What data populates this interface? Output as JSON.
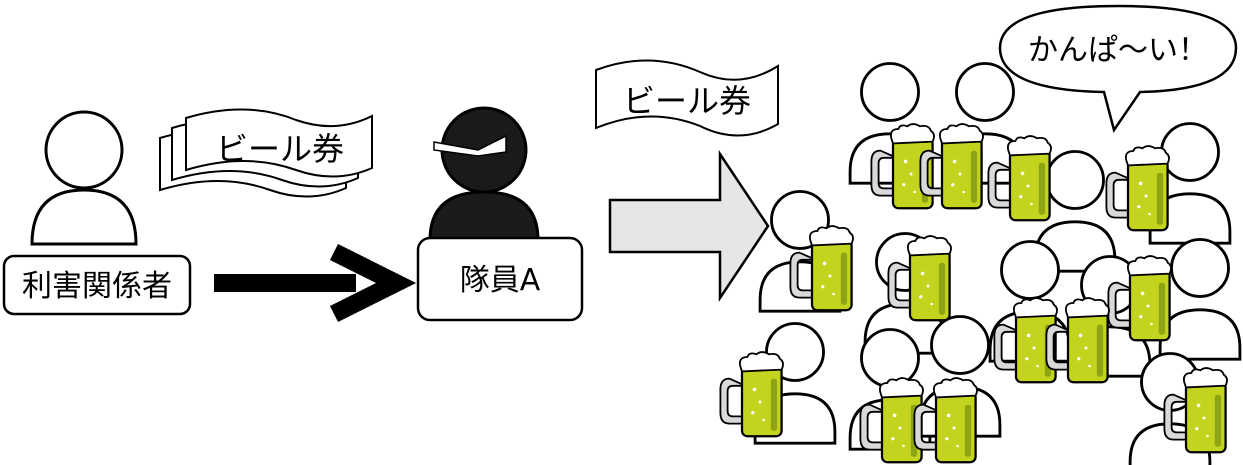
{
  "stakeholder": {
    "label": "利害関係者"
  },
  "member": {
    "label": "隊員A"
  },
  "voucher": {
    "label": "ビール券"
  },
  "cheer": {
    "text": "かんぱ〜い！"
  },
  "colors": {
    "beer": "#c4d41e",
    "beer_shade": "#8ea414",
    "foam": "#ffffff",
    "ninja": "#1a1a1a",
    "arrow_fill": "#e6e6e6",
    "stroke": "#000000"
  }
}
